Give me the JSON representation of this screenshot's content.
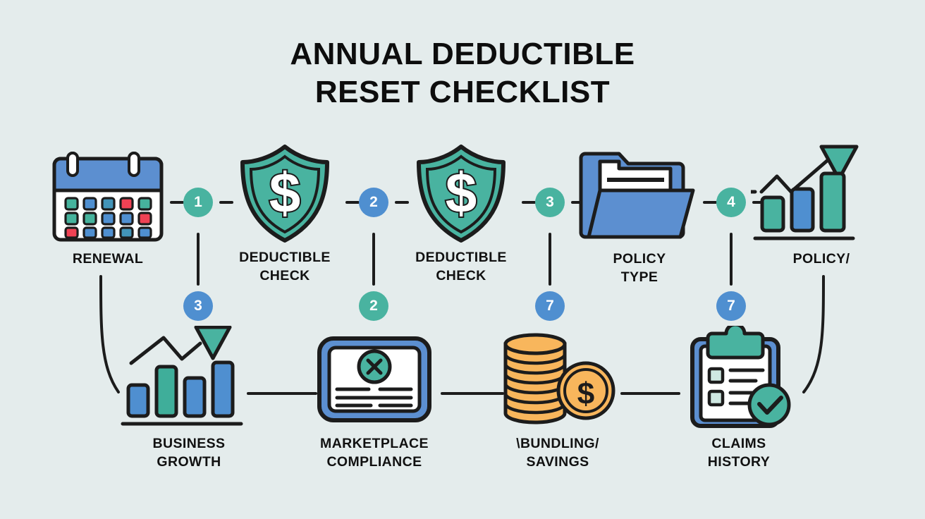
{
  "theme": {
    "background": "#e4ecec",
    "teal": "#49b3a0",
    "blue": "#4f8fd0",
    "orange": "#f7b55a",
    "red": "#ef4254",
    "ink": "#1c1c1c",
    "white": "#ffffff"
  },
  "title": {
    "line1": "ANNUAL DEDUCTIBLE",
    "line2": "RESET CHECKLIST"
  },
  "top_row": [
    {
      "id": "renewal",
      "icon": "calendar-icon",
      "label_line1": "RENEWAL",
      "label_line2": ""
    },
    {
      "id": "deductible-check-1",
      "icon": "shield-dollar-icon",
      "label_line1": "DEDUCTIBLE",
      "label_line2": "CHECK"
    },
    {
      "id": "deductible-check-2",
      "icon": "shield-dollar-icon",
      "label_line1": "DEDUCTIBLE",
      "label_line2": "CHECK"
    },
    {
      "id": "policy-type",
      "icon": "folder-icon",
      "label_line1": "POLICY",
      "label_line2": "TYPE"
    },
    {
      "id": "policy-growth",
      "icon": "growth-chart-icon",
      "label_line1": "POLICY/",
      "label_line2": ""
    }
  ],
  "bottom_row": [
    {
      "id": "business-growth",
      "icon": "bar-chart-arrow-icon",
      "label_line1": "BUSINESS",
      "label_line2": "GROWTH"
    },
    {
      "id": "marketplace-compliance",
      "icon": "document-x-icon",
      "label_line1": "MARKETPLACE",
      "label_line2": "COMPLIANCE"
    },
    {
      "id": "bundling-savings",
      "icon": "coin-stack-icon",
      "label_line1": "\\BUNDLING/",
      "label_line2": "SAVINGS"
    },
    {
      "id": "claims-history",
      "icon": "clipboard-check-icon",
      "label_line1": "CLAIMS",
      "label_line2": "HISTORY"
    }
  ],
  "step_badges_top": [
    {
      "number": "1",
      "color": "teal"
    },
    {
      "number": "2",
      "color": "blue"
    },
    {
      "number": "3",
      "color": "teal"
    },
    {
      "number": "4",
      "color": "teal"
    }
  ],
  "step_badges_middle": [
    {
      "number": "3",
      "color": "blue"
    },
    {
      "number": "2",
      "color": "teal"
    },
    {
      "number": "7",
      "color": "blue"
    },
    {
      "number": "7",
      "color": "blue"
    }
  ]
}
